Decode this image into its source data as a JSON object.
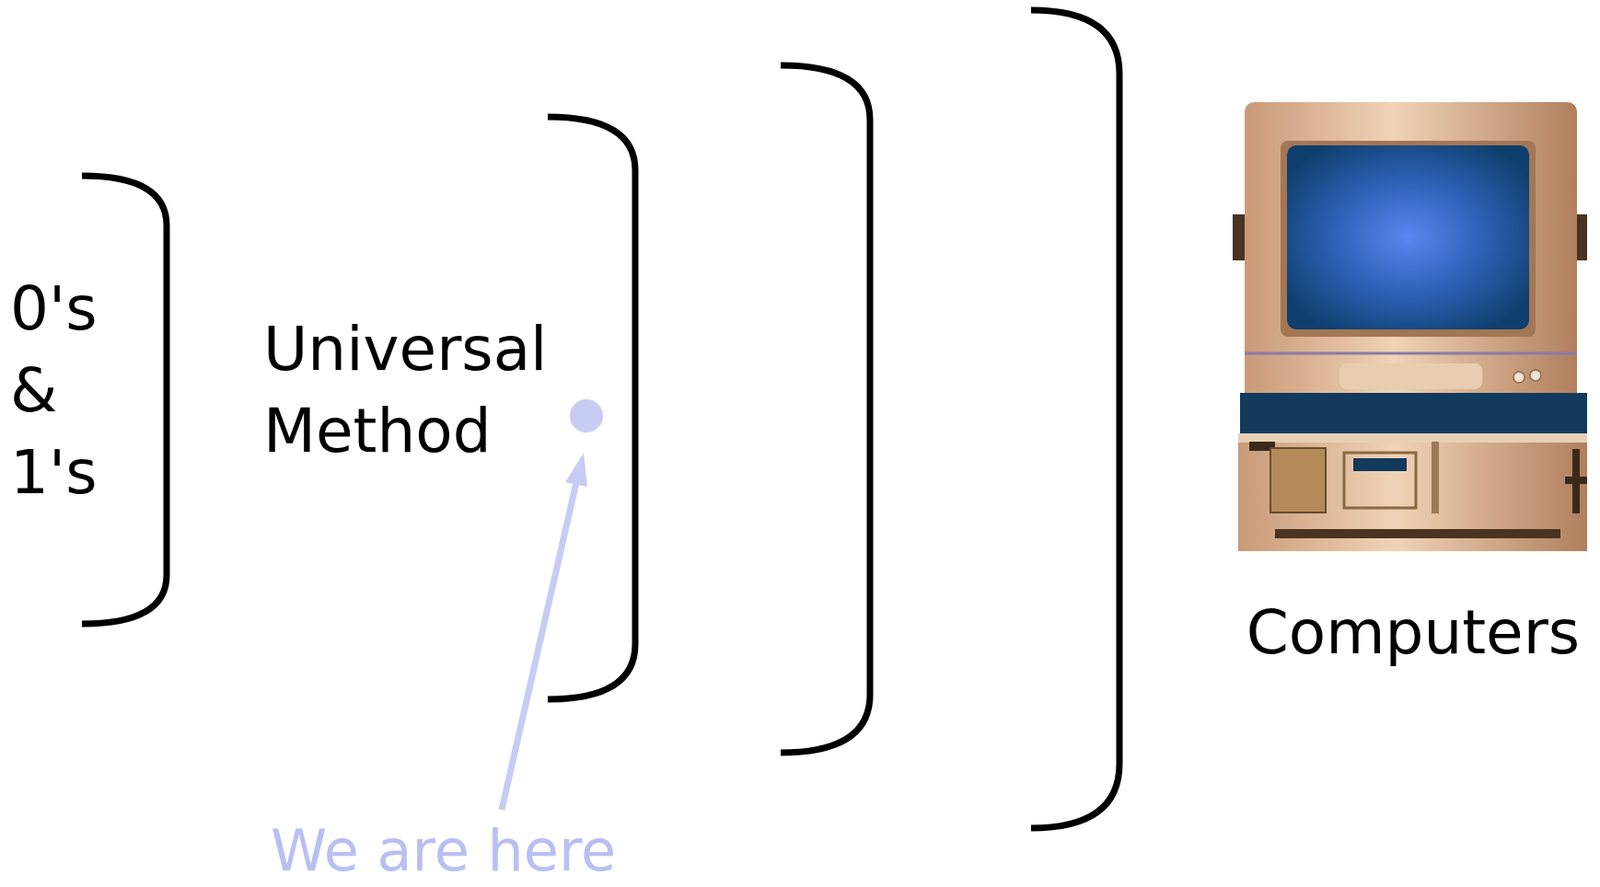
{
  "diagram": {
    "labels": [
      "0's & 1's",
      "Universal Method",
      "We are here",
      "Computers"
    ]
  }
}
